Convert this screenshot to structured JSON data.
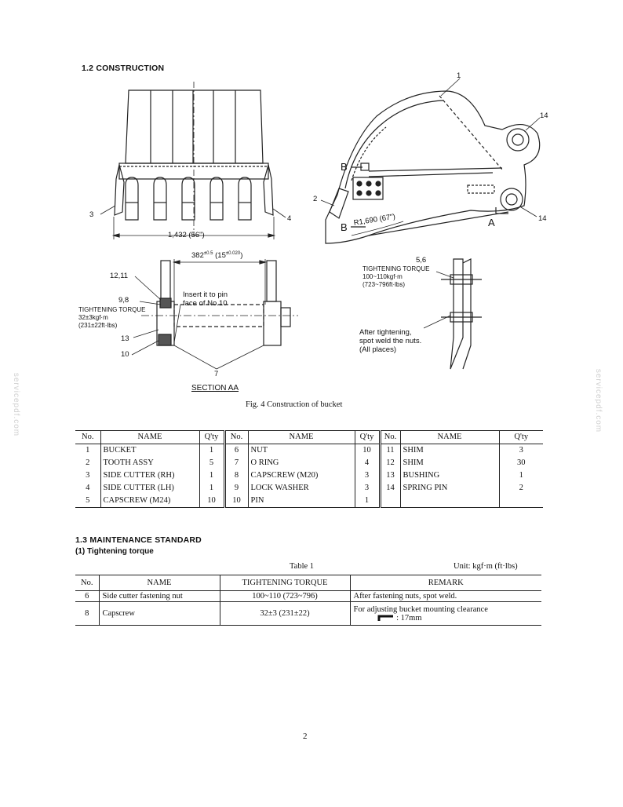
{
  "section_construction": "1.2 CONSTRUCTION",
  "figure": {
    "dim_width": "1,432 (56\")",
    "radius": "R1,690 (67\")",
    "section_dim": "382",
    "section_dim_tol": "±0.5",
    "section_dim_in": "(15",
    "section_dim_in_tol": "±0.020",
    "section_dim_close": ")",
    "insert_note": [
      "Insert it to pin",
      "face of No.10"
    ],
    "torque_left_title": "TIGHTENING TORQUE",
    "torque_left_1": "32±3kgf·m",
    "torque_left_2": "(231±22ft·lbs)",
    "torque_right_title": "TIGHTENING TORQUE",
    "torque_right_1": "100~110kgf·m",
    "torque_right_2": "(723~796ft·lbs)",
    "weld_note": [
      "After tightening,",
      "spot weld the nuts.",
      "(All places)"
    ],
    "section_title": "SECTION AA",
    "caption": "Fig. 4  Construction of bucket",
    "callouts": {
      "c1": "1",
      "c2": "2",
      "c3": "3",
      "c4": "4",
      "c7": "7",
      "c10": "10",
      "c13": "13",
      "c14a": "14",
      "c14b": "14",
      "c1211": "12,11",
      "c98": "9,8",
      "c56": "5,6",
      "A": "A",
      "B1": "B",
      "B2": "B"
    }
  },
  "parts_table": {
    "headers": [
      "No.",
      "NAME",
      "Q'ty"
    ],
    "rows": [
      [
        [
          "1",
          "BUCKET",
          "1"
        ],
        [
          "6",
          "NUT",
          "10"
        ],
        [
          "11",
          "SHIM",
          "3"
        ]
      ],
      [
        [
          "2",
          "TOOTH ASSY",
          "5"
        ],
        [
          "7",
          "O RING",
          "4"
        ],
        [
          "12",
          "SHIM",
          "30"
        ]
      ],
      [
        [
          "3",
          "SIDE CUTTER (RH)",
          "1"
        ],
        [
          "8",
          "CAPSCREW (M20)",
          "3"
        ],
        [
          "13",
          "BUSHING",
          "1"
        ]
      ],
      [
        [
          "4",
          "SIDE CUTTER (LH)",
          "1"
        ],
        [
          "9",
          "LOCK WASHER",
          "3"
        ],
        [
          "14",
          "SPRING PIN",
          "2"
        ]
      ],
      [
        [
          "5",
          "CAPSCREW (M24)",
          "10"
        ],
        [
          "10",
          "PIN",
          "1"
        ],
        [
          "",
          "",
          ""
        ]
      ]
    ]
  },
  "section_maintenance": "1.3 MAINTENANCE STANDARD",
  "subsection": "(1)  Tightening torque",
  "table1": {
    "title": "Table 1",
    "unit": "Unit: kgf·m (ft·lbs)",
    "headers": [
      "No.",
      "NAME",
      "TIGHTENING TORQUE",
      "REMARK"
    ],
    "rows": [
      {
        "no": "6",
        "name": "Side cutter fastening nut",
        "torque": "100~110 (723~796)",
        "remark": "After fastening nuts, spot weld."
      },
      {
        "no": "8",
        "name": "Capscrew",
        "torque": "32±3 (231±22)",
        "remark": "For adjusting bucket mounting clearance",
        "remark2": ": 17mm"
      }
    ]
  },
  "page_number": "2",
  "watermark": "servicepdf.com"
}
